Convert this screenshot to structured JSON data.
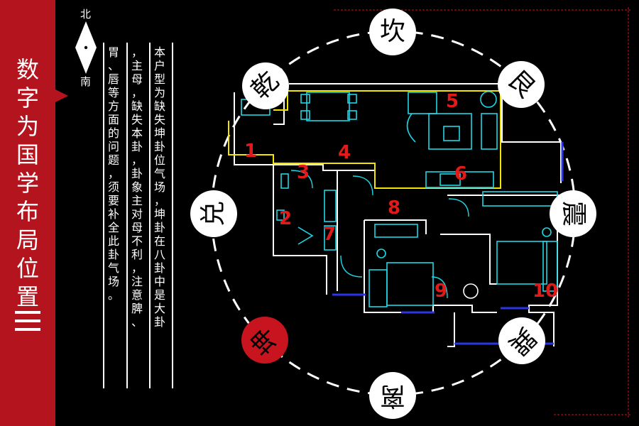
{
  "title": "数字为国学布局位置",
  "compass": {
    "north": "北",
    "south": "南"
  },
  "description_columns": [
    "本户型为缺失坤卦位气场，坤卦在八卦中是大卦",
    "，主母，缺失本卦，卦象主对母不利，注意脾、",
    "胃、唇等方面的问题，须要补全此卦气场。"
  ],
  "trigrams": {
    "kan": "坎",
    "qian": "乾",
    "gen": "艮",
    "dui": "兑",
    "zhen": "震",
    "kun": "坤",
    "xun": "巽",
    "li": "离"
  },
  "rooms": [
    "1",
    "2",
    "3",
    "4",
    "5",
    "6",
    "7",
    "8",
    "9",
    "10"
  ],
  "colors": {
    "banner": "#b4141e",
    "highlight_trigram": "#c8141e",
    "room_number": "#e21a1a",
    "furniture": "#1fd6e6",
    "missing_outline": "#f2e600",
    "window": "#2a35e6"
  }
}
